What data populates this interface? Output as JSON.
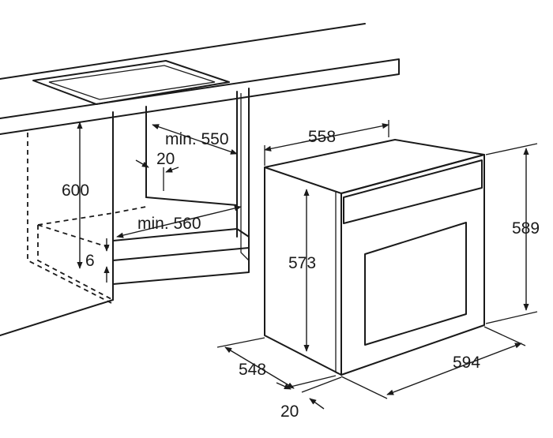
{
  "dimensions": {
    "cabinet_height": "600",
    "niche_depth_min": "min. 550",
    "top_gap": "20",
    "niche_width_min": "min. 560",
    "bottom_gap": "6",
    "oven_top_width": "558",
    "oven_body_height": "573",
    "oven_total_height": "589",
    "oven_depth": "548",
    "oven_front_width": "594",
    "front_panel_depth": "20"
  },
  "colors": {
    "line": "#1a1a1a",
    "background": "#ffffff"
  }
}
